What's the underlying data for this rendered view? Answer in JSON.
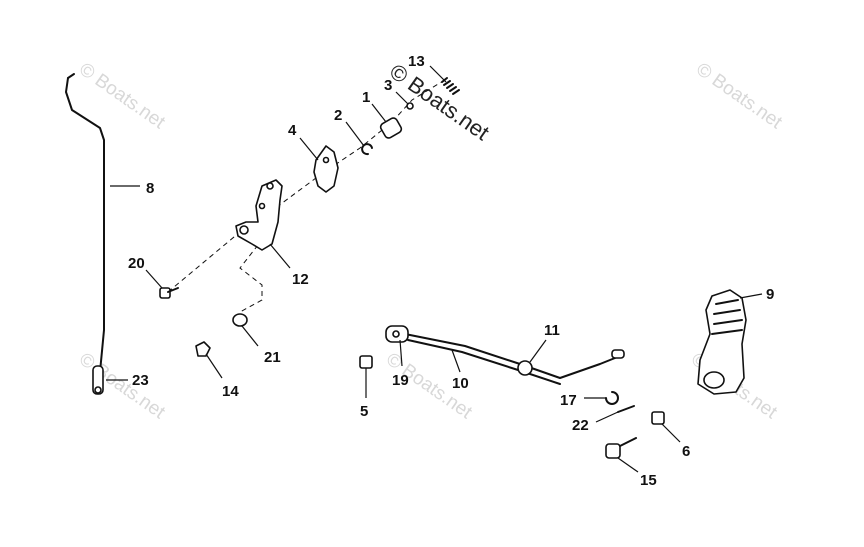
{
  "watermarks": {
    "faded": "© Boats.net",
    "main": "© Boats.net"
  },
  "callouts": {
    "c1": "1",
    "c2": "2",
    "c3": "3",
    "c4": "4",
    "c5": "5",
    "c6": "6",
    "c8": "8",
    "c9": "9",
    "c10": "10",
    "c11": "11",
    "c12": "12",
    "c13": "13",
    "c14": "14",
    "c15": "15",
    "c17": "17",
    "c19": "19",
    "c20": "20",
    "c21": "21",
    "c22": "22",
    "c23": "23"
  }
}
